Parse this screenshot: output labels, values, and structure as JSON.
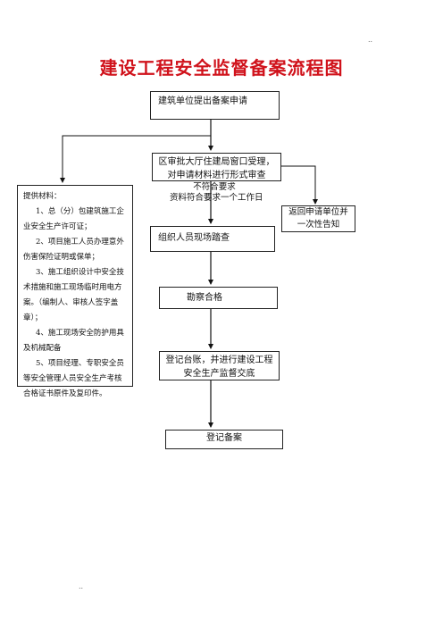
{
  "header": {
    "corner_mark": "..",
    "footer_mark": ".."
  },
  "title": "建设工程安全监督备案流程图",
  "flow": {
    "step1": "建筑单位提出备案申请",
    "step2": "区审批大厅住建局窗口受理，对申请材料进行形式审查",
    "not_meet": "不符合要求",
    "meet": "资料符合要求一个工作日",
    "return": "返回申请单位并一次性告知",
    "step3": "组织人员现场踏查",
    "step4": "勘察合格",
    "step5": "登记台账，并进行建设工程安全生产监督交底",
    "step6": "登记备案"
  },
  "materials": {
    "heading": "提供材料：",
    "items": [
      "1、总（分）包建筑施工企业安全生产许可证；",
      "2、项目施工人员办理意外伤害保险证明或保单；",
      "3、施工组织设计中安全技术措施和施工现场临时用电方案。（编制人、审核人签字盖章）；",
      "4、施工现场安全防护用具及机械配备",
      "5、项目经理、专职安全员等安全管理人员安全生产考核合格证书原件及复印件。"
    ]
  }
}
